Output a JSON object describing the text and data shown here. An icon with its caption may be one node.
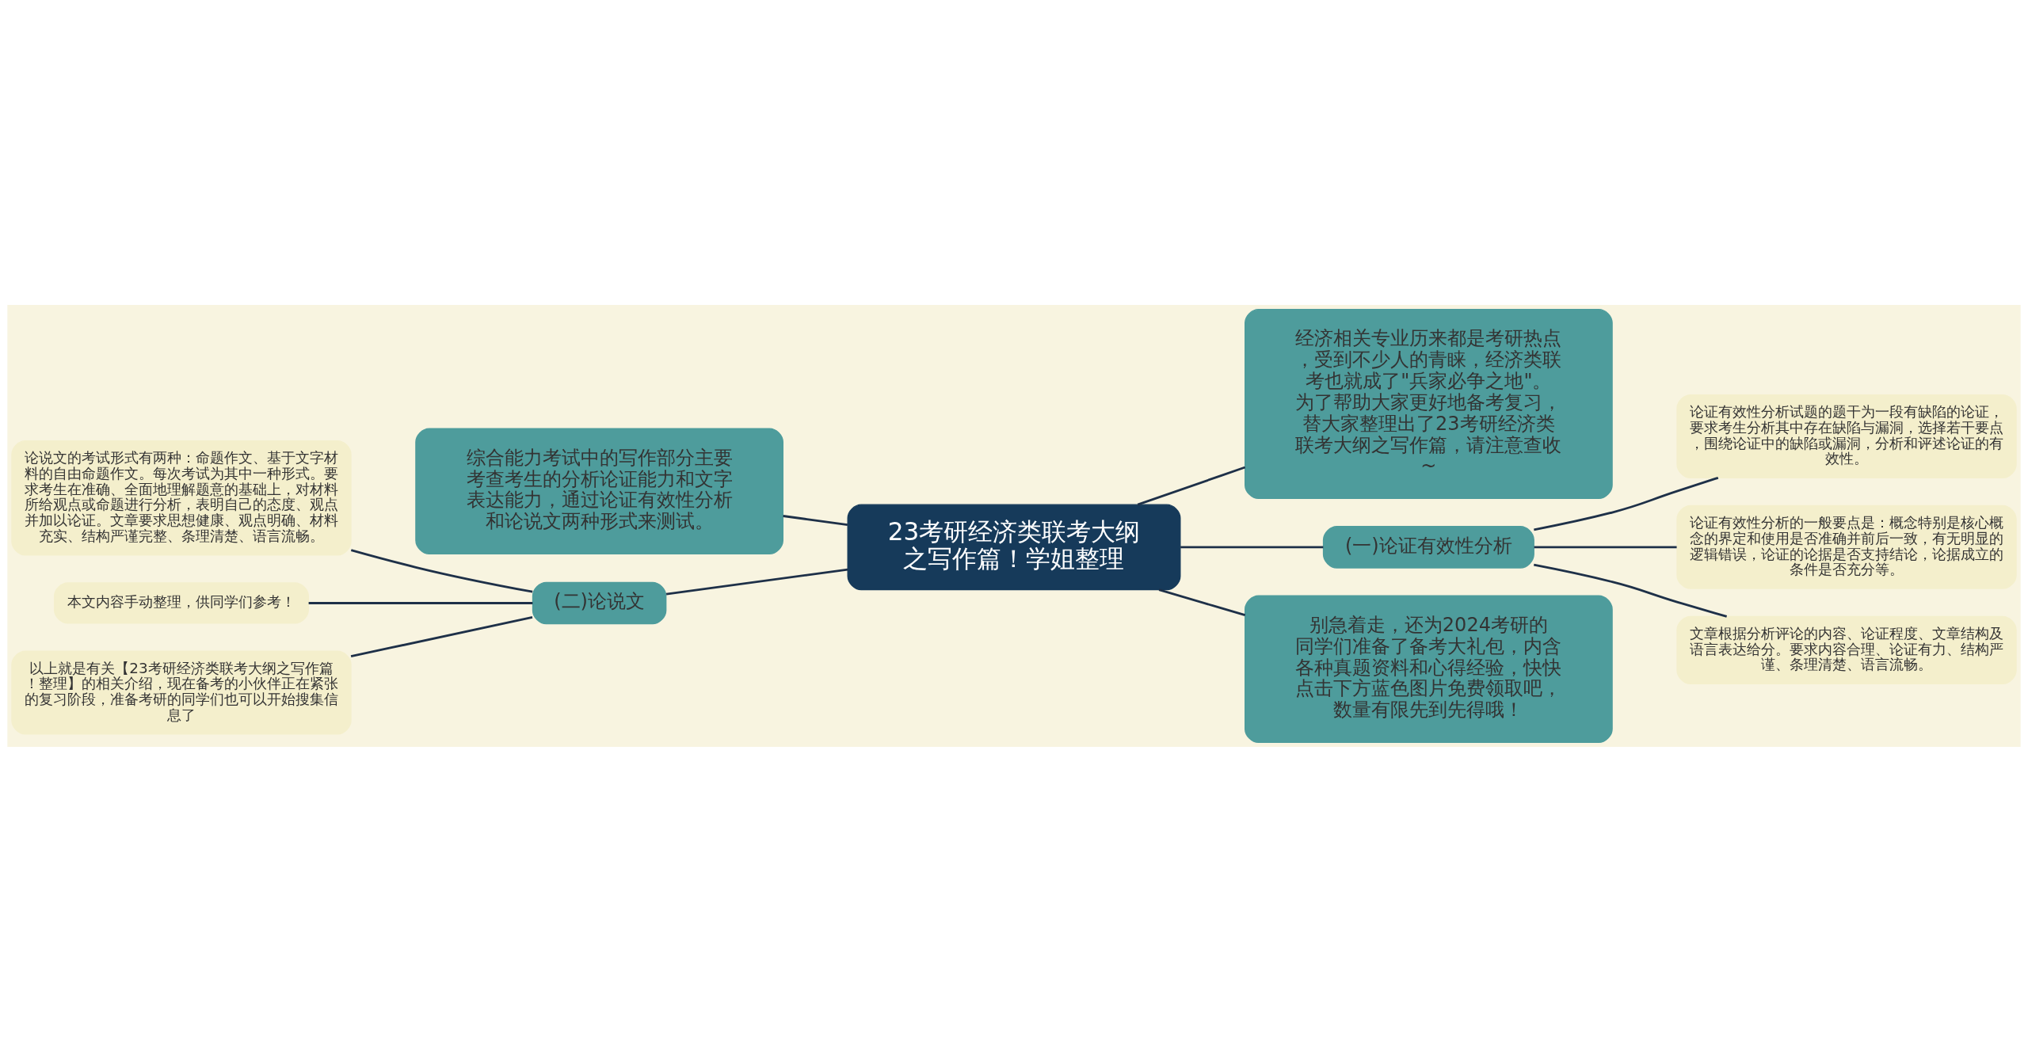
{
  "diagram": {
    "nodes": [
      {
        "text": [
          "23考研经济类联考大纲之写作篇！学姐整理"
        ]
      },
      {
        "text": [
          "经济相关专业历来都是考研热点，受到不少人的青睐，经济类联考也就成了\"兵家必争之地\"。为了帮助大家更好地备考复习，替大家整理出了23考研经济类联考大纲之写作篇，请注意查收~"
        ]
      },
      {
        "text": [
          "综合能力考试中的写作部分主要考查考生的分析论证能力和文字表达能力，通过论证有效性分析和论说文两种形式来测试。"
        ]
      },
      {
        "text": [
          "(一)论证有效性分析"
        ]
      },
      {
        "text": [
          "论证有效性分析试题的题干为一段有缺陷的论证，要求考生分析其中存在缺陷与漏洞，选择若干要点，围绕论证中的缺陷或漏洞，分析和评述论证的有效性。"
        ]
      },
      {
        "text": [
          "论证有效性分析的一般要点是：概念特别是核心概念的界定和使用是否准确并前后一致，有无明显的逻辑错误，论证的论据是否支持结论，论据成立的条件是否充分等。"
        ]
      },
      {
        "text": [
          "文章根据分析评论的内容、论证程度、文章结构及语言表达给分。要求内容合理、论证有力、结构严谨、条理清楚、语言流畅。"
        ]
      },
      {
        "text": [
          "(二)论说文"
        ]
      },
      {
        "text": [
          "论说文的考试形式有两种：命题作文、基于文字材料的自由命题作文。每次考试为其中一种形式。要求考生在准确、全面地理解题意的基础上，对材料所给观点或命题进行分析，表明自己的态度、观点并加以论证。文章要求思想健康、观点明确、材料充实、结构严谨完整、条理清楚、语言流畅。"
        ]
      },
      {
        "text": [
          "本文内容手动整理，供同学们参考！"
        ]
      },
      {
        "text": [
          "以上就是有关【23考研经济类联考大纲之写作篇！整理】的相关介绍，现在备考的小伙伴正在紧张的复习阶段，准备考研的同学们也可以开始搜集信息了"
        ]
      },
      {
        "text": [
          "别急着走，还为2024考研的同学们准备了备考大礼包，内含各种真题资料和心得经验，快快点击下方蓝色图片免费领取吧，数量有限先到先得哦！"
        ]
      }
    ],
    "edges": [
      {
        "from": 0,
        "to": 1,
        "arrow": "none"
      },
      {
        "from": 0,
        "to": 2,
        "arrow": "none"
      },
      {
        "from": 0,
        "to": 3,
        "arrow": "none"
      },
      {
        "from": 3,
        "to": 4,
        "arrow": "none"
      },
      {
        "from": 3,
        "to": 5,
        "arrow": "none"
      },
      {
        "from": 3,
        "to": 6,
        "arrow": "none"
      },
      {
        "from": 0,
        "to": 7,
        "arrow": "none"
      },
      {
        "from": 7,
        "to": 8,
        "arrow": "none"
      },
      {
        "from": 7,
        "to": 9,
        "arrow": "none"
      },
      {
        "from": 7,
        "to": 10,
        "arrow": "none"
      },
      {
        "from": 0,
        "to": 11,
        "arrow": "none"
      }
    ]
  }
}
